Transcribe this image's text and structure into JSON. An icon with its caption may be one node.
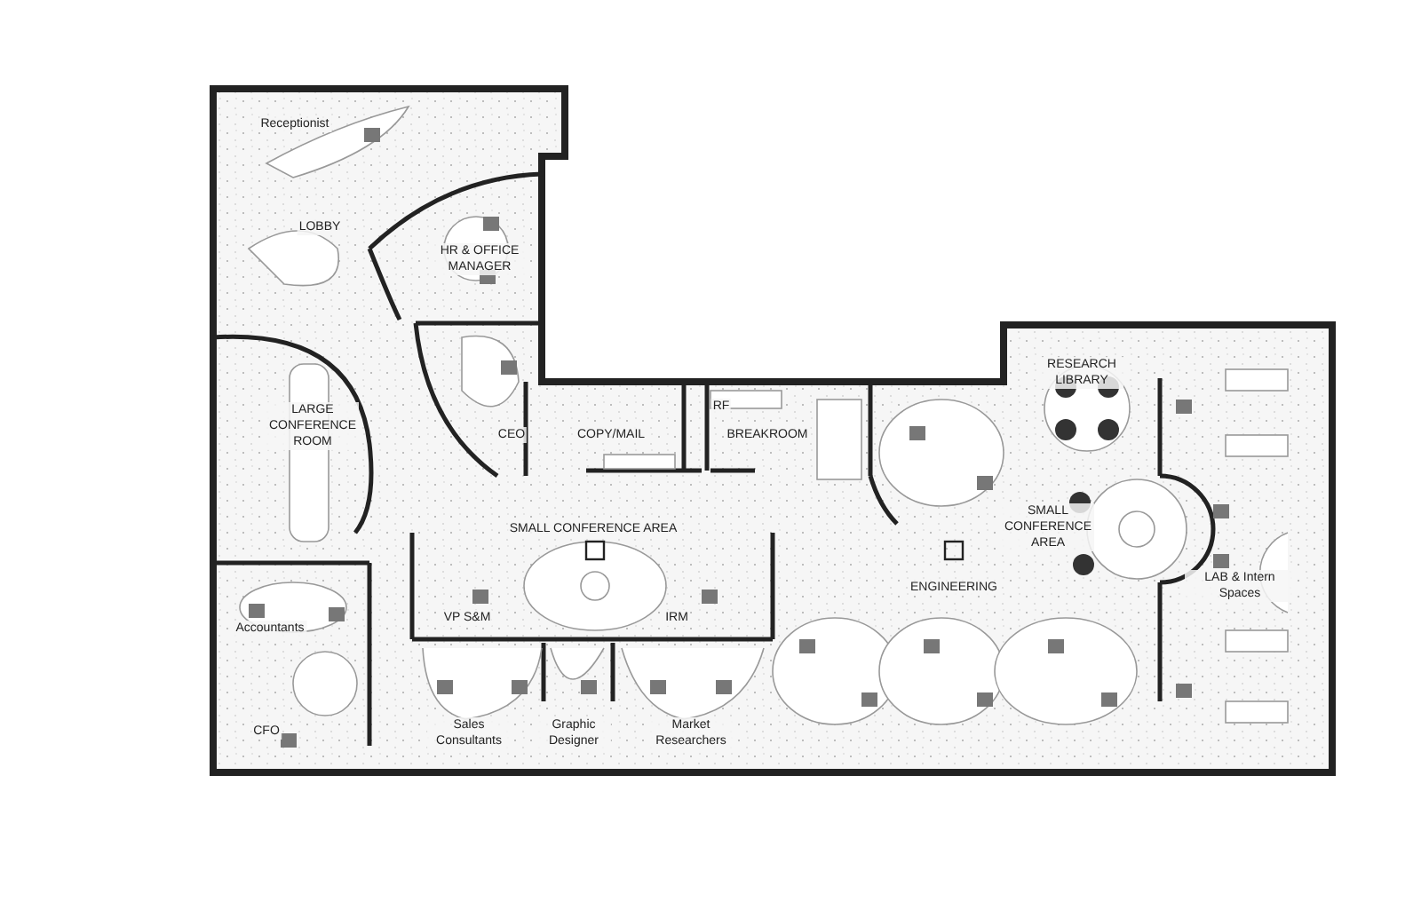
{
  "diagram": {
    "labels": [
      "Receptionist",
      "LOBBY",
      "HR & OFFICE MANAGER",
      "RESEARCH LIBRARY",
      "LARGE CONFERENCE ROOM",
      "CEO",
      "COPY/MAIL",
      "RF",
      "BREAKROOM",
      "SMALL CONFERENCE AREA",
      "SMALL CONFERENCE AREA",
      "ENGINEERING",
      "VP S&M",
      "IRM",
      "LAB & Intern Spaces",
      "Accountants",
      "CFO",
      "Sales Consultants",
      "Graphic Designer",
      "Market Researchers"
    ]
  }
}
